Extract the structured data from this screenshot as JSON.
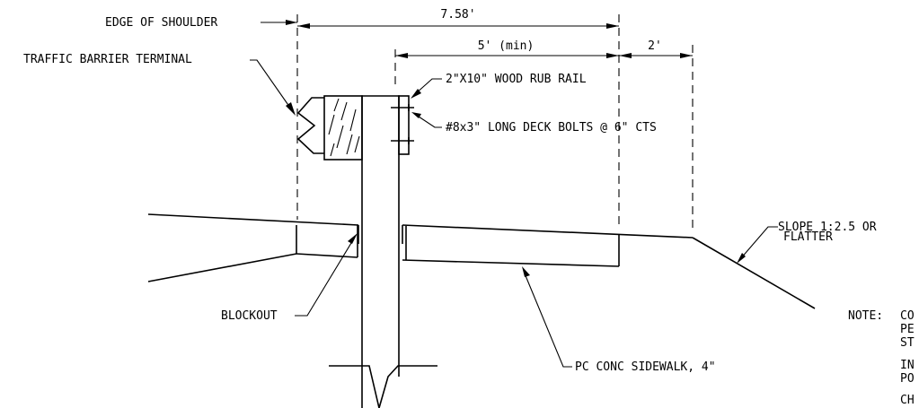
{
  "dimensions": {
    "overall": "7.58'",
    "sidewalk_min": "5' (min)",
    "offset": "2'"
  },
  "labels": {
    "edge_of_shoulder": "EDGE OF SHOULDER",
    "traffic_barrier_terminal": "TRAFFIC BARRIER TERMINAL",
    "rub_rail": "2\"X10\" WOOD RUB RAIL",
    "deck_bolts": "#8x3\" LONG DECK BOLTS @ 6\" CTS",
    "slope_line1": "SLOPE 1:2.5 OR",
    "slope_line2": "FLATTER",
    "blockout": "BLOCKOUT",
    "sidewalk": "PC CONC SIDEWALK, 4\""
  },
  "note": {
    "prefix": "NOTE:",
    "lines": [
      "CO",
      "PE",
      "ST",
      "IN",
      "PO",
      "CH"
    ]
  }
}
